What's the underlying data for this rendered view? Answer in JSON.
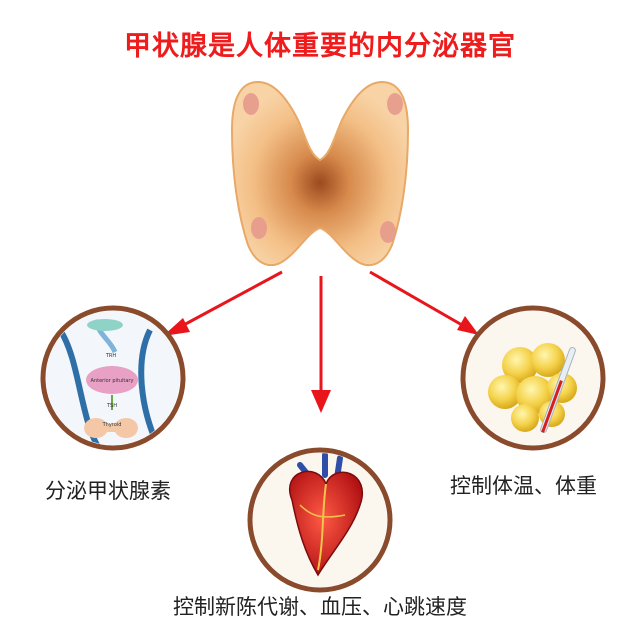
{
  "title": "甲状腺是人体重要的内分泌器官",
  "center": {
    "name": "thyroid-gland"
  },
  "nodes": [
    {
      "id": "left",
      "label": "分泌甲状腺素"
    },
    {
      "id": "bottom",
      "label": "控制新陈代谢、血压、心跳速度"
    },
    {
      "id": "right",
      "label": "控制体温、体重"
    }
  ],
  "mini_diagram": {
    "top_label": "TRH",
    "pituitary_label": "Anterior pituitary",
    "hormone_label": "TSH",
    "gland_label": "Thyroid"
  },
  "colors": {
    "title": "#ee1c1c",
    "arrow": "#e8151b",
    "circle_border": "#8a4a2c",
    "thyroid": "#f2b77a"
  }
}
